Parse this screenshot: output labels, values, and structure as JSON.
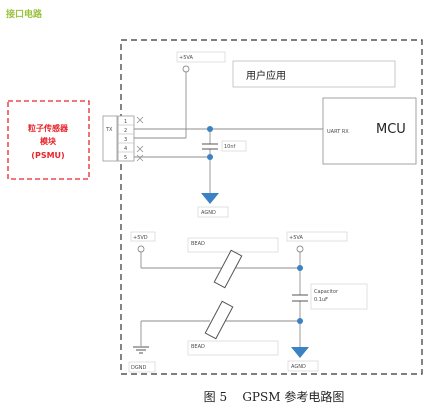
{
  "heading": "接口电路",
  "sensor": {
    "line1": "粒子传感器",
    "line2": "模块",
    "line3": "(PSMU)"
  },
  "app_box": "用户应用",
  "mcu": "MCU",
  "uart_rx": "UART RX",
  "tx": "TX",
  "pins": [
    "1",
    "2",
    "3",
    "4",
    "5"
  ],
  "vcc_top": "+5VA",
  "cap_top": "10nf",
  "agnd_top": "AGND",
  "vcc_left": "+5VD",
  "bead_top": "BEAD",
  "vcc_right": "+5VA",
  "capacitor": {
    "line1": "Capacitor",
    "line2": "0.1uF"
  },
  "bead_bottom": "BEAD",
  "dgnd": "DGND",
  "agnd_bottom": "AGND",
  "caption": "图 5    GPSM 参考电路图",
  "colors": {
    "heading": "#9ac23c",
    "sensor": "#e8262b",
    "ground": "#3a82c4",
    "dot": "#3a82c4",
    "wire": "#8e8e8e",
    "frame": "#333333"
  }
}
